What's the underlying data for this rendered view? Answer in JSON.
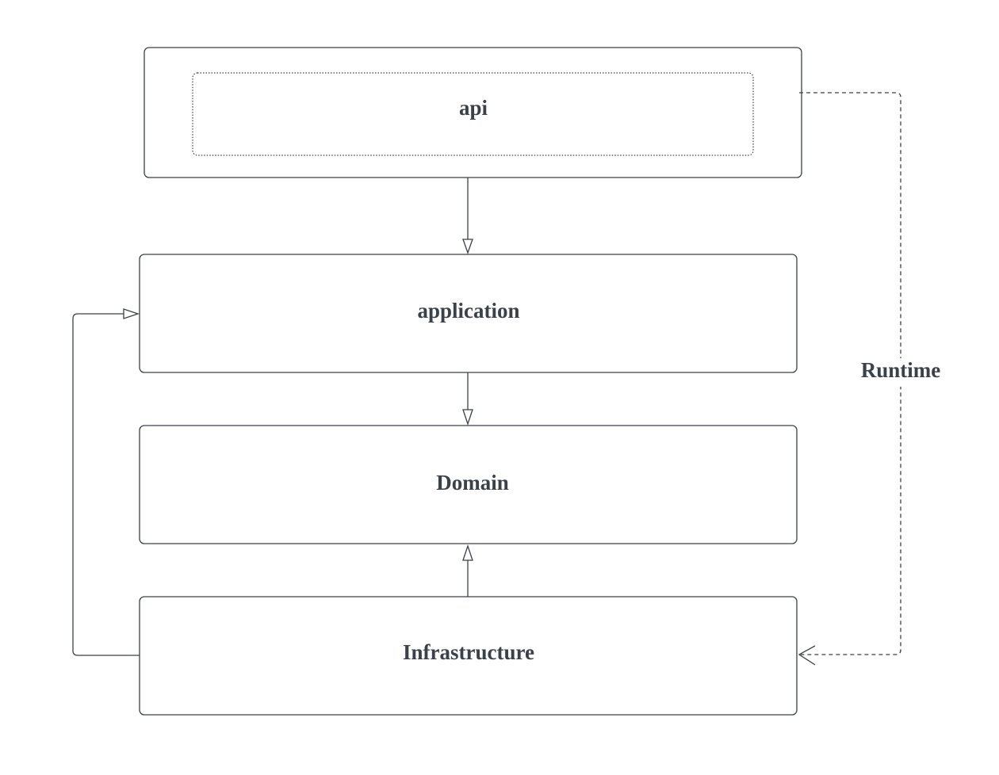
{
  "nodes": {
    "api": {
      "label": "api"
    },
    "application": {
      "label": "application"
    },
    "domain": {
      "label": "Domain"
    },
    "infrastructure": {
      "label": "Infrastructure"
    }
  },
  "edges": {
    "runtime": {
      "label": "Runtime"
    }
  },
  "colors": {
    "stroke": "#3a414a",
    "text": "#3a414a",
    "background": "#ffffff"
  }
}
